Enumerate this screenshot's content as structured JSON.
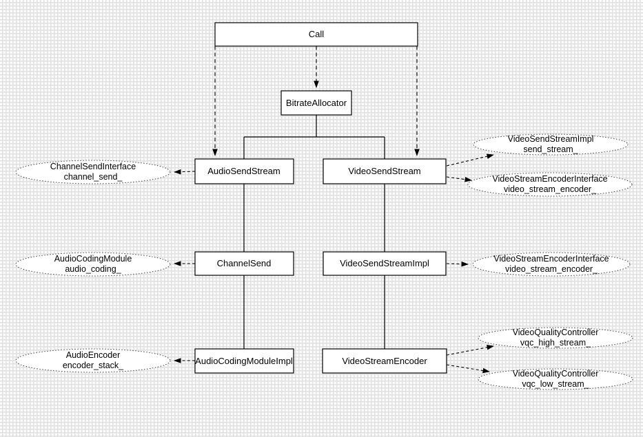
{
  "diagram": {
    "kind": "architecture-diagram",
    "nodes": {
      "call": {
        "label": "Call"
      },
      "bitrate_allocator": {
        "label": "BitrateAllocator"
      },
      "audio_send_stream": {
        "label": "AudioSendStream"
      },
      "video_send_stream": {
        "label": "VideoSendStream"
      },
      "channel_send": {
        "label": "ChannelSend"
      },
      "video_send_stream_impl": {
        "label": "VideoSendStreamImpl"
      },
      "audio_coding_module_impl": {
        "label": "AudioCodingModuleImpl"
      },
      "video_stream_encoder": {
        "label": "VideoStreamEncoder"
      }
    },
    "members": {
      "channel_send_if": {
        "type": "ChannelSendInterface",
        "field": "channel_send_"
      },
      "send_stream": {
        "type": "VideoSendStreamImpl",
        "field": "send_stream_"
      },
      "video_stream_encoder_if_top": {
        "type": "VideoStreamEncoderInterface",
        "field": "video_stream_encoder_"
      },
      "audio_coding": {
        "type": "AudioCodingModule",
        "field": "audio_coding_"
      },
      "video_stream_encoder_if_mid": {
        "type": "VideoStreamEncoderInterface",
        "field": "video_stream_encoder_"
      },
      "encoder_stack": {
        "type": "AudioEncoder",
        "field": "encoder_stack_"
      },
      "vqc_high": {
        "type": "VideoQualityController",
        "field": "vqc_high_stream_"
      },
      "vqc_low": {
        "type": "VideoQualityController",
        "field": "vqc_low_stream_"
      }
    },
    "colors": {
      "node_fill": "#ffffff",
      "node_stroke": "#000000",
      "grid_line": "#e0e0e0",
      "background": "#fcfcfc",
      "text": "#000000"
    }
  }
}
